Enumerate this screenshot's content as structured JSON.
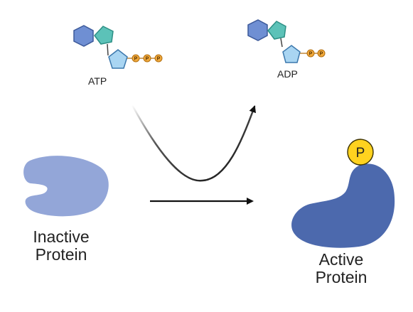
{
  "molecules": {
    "atp": {
      "label": "ATP",
      "phosphates": [
        "P",
        "P",
        "P"
      ]
    },
    "adp": {
      "label": "ADP",
      "phosphates": [
        "P",
        "P"
      ]
    }
  },
  "proteins": {
    "inactive": {
      "line1": "Inactive",
      "line2": "Protein"
    },
    "active": {
      "line1": "Active",
      "line2": "Protein",
      "phosphate_label": "P"
    }
  },
  "colors": {
    "hexagon": "#6f8fd3",
    "pentagon_teal": "#5cc2b8",
    "ribose": "#a9d5f2",
    "phosphate_small": "#f0a93c",
    "inactive_protein": "#93a6d8",
    "active_protein": "#4c69ad",
    "phosphate_active": "#ffd21f",
    "arrow": "#111111"
  }
}
